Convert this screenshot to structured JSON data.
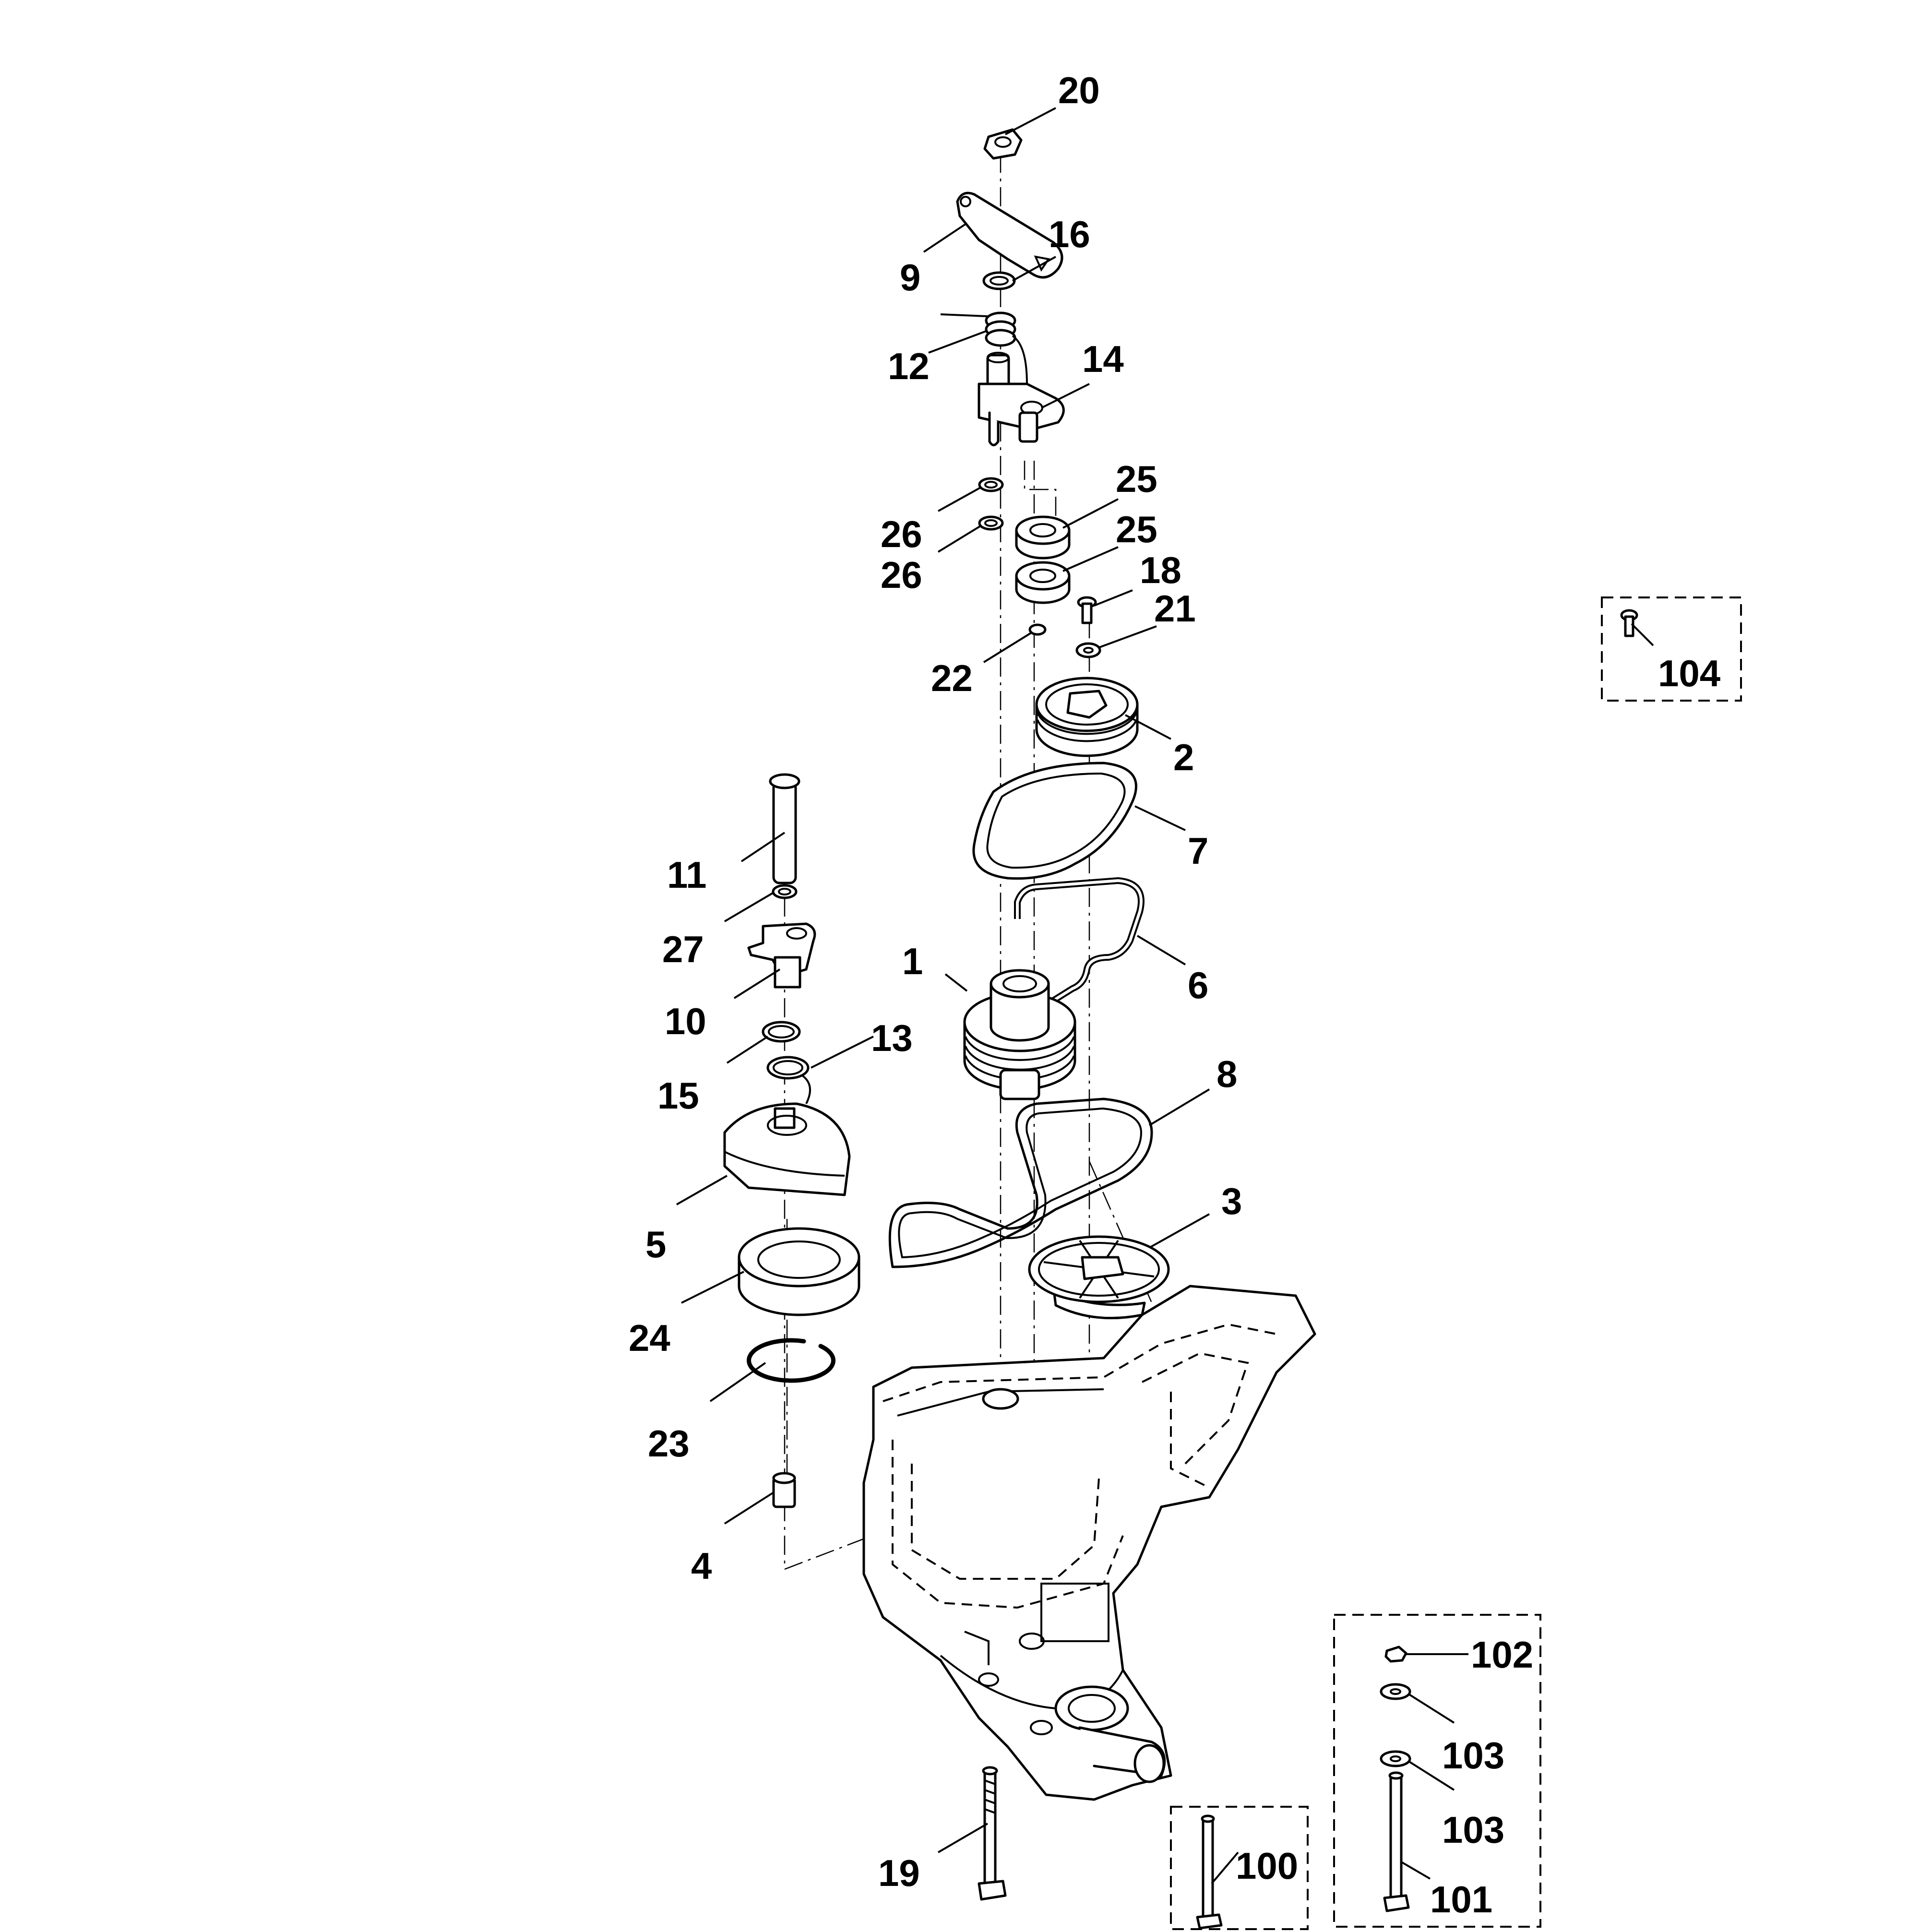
{
  "callouts": [
    {
      "id": "20",
      "label": "20"
    },
    {
      "id": "9",
      "label": "9"
    },
    {
      "id": "16",
      "label": "16"
    },
    {
      "id": "12",
      "label": "12"
    },
    {
      "id": "14",
      "label": "14"
    },
    {
      "id": "25a",
      "label": "25"
    },
    {
      "id": "25b",
      "label": "25"
    },
    {
      "id": "26a",
      "label": "26"
    },
    {
      "id": "26b",
      "label": "26"
    },
    {
      "id": "18",
      "label": "18"
    },
    {
      "id": "21",
      "label": "21"
    },
    {
      "id": "22",
      "label": "22"
    },
    {
      "id": "2",
      "label": "2"
    },
    {
      "id": "7",
      "label": "7"
    },
    {
      "id": "11",
      "label": "11"
    },
    {
      "id": "27",
      "label": "27"
    },
    {
      "id": "1",
      "label": "1"
    },
    {
      "id": "6",
      "label": "6"
    },
    {
      "id": "10",
      "label": "10"
    },
    {
      "id": "13",
      "label": "13"
    },
    {
      "id": "15",
      "label": "15"
    },
    {
      "id": "8",
      "label": "8"
    },
    {
      "id": "5",
      "label": "5"
    },
    {
      "id": "3",
      "label": "3"
    },
    {
      "id": "24",
      "label": "24"
    },
    {
      "id": "23",
      "label": "23"
    },
    {
      "id": "4",
      "label": "4"
    },
    {
      "id": "19",
      "label": "19"
    },
    {
      "id": "104",
      "label": "104"
    },
    {
      "id": "102",
      "label": "102"
    },
    {
      "id": "103a",
      "label": "103"
    },
    {
      "id": "103b",
      "label": "103"
    },
    {
      "id": "100",
      "label": "100"
    },
    {
      "id": "101",
      "label": "101"
    }
  ]
}
